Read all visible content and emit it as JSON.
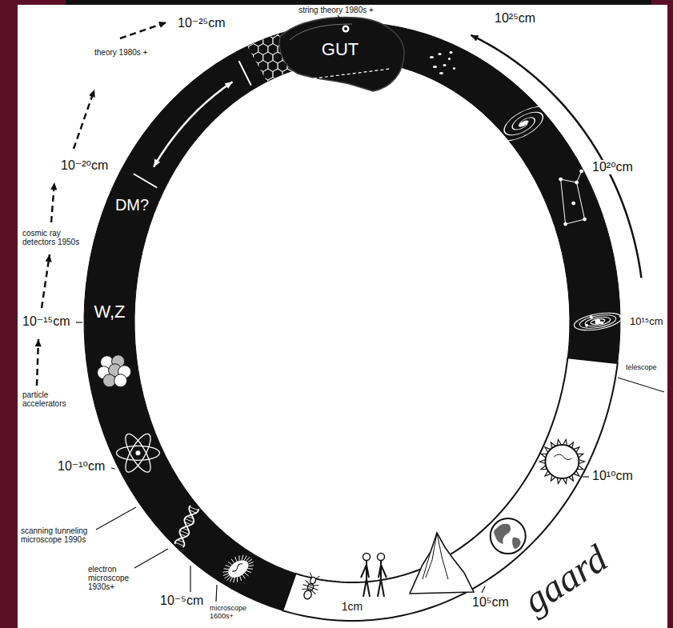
{
  "diagram": {
    "labels": [
      "string theory 1980s +",
      "10⁻²⁵cm",
      "theory 1980s +",
      "GUT",
      "10²⁵cm",
      "10⁻²⁰cm",
      "DM?",
      "10²⁰cm",
      "cosmic ray detectors 1950s",
      "10⁻¹⁵cm",
      "W,Z",
      "10¹⁵cm",
      "telescope",
      "particle accelerators",
      "10⁻¹⁰cm",
      "10¹⁰cm",
      "scanning tunneling microscope 1990s",
      "electron microscope 1930s+",
      "10⁻⁵cm",
      "microscope 1600s+",
      "1cm",
      "10⁵cm",
      "gaard"
    ]
  }
}
